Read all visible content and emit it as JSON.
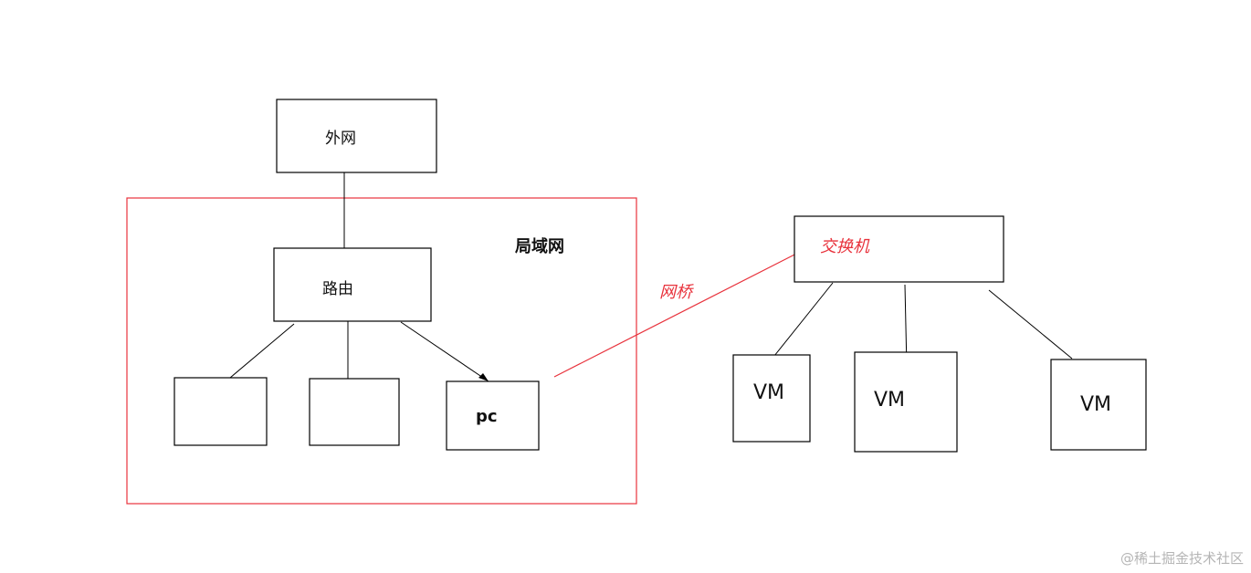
{
  "diagram": {
    "colors": {
      "stroke": "#000000",
      "accent": "#e8323c",
      "text": "#111111"
    },
    "nodes": {
      "internet": {
        "label": "外网"
      },
      "lan": {
        "label": "局域网"
      },
      "router": {
        "label": "路由"
      },
      "host_1": {
        "label": ""
      },
      "host_2": {
        "label": ""
      },
      "pc": {
        "label": "pc"
      },
      "switch": {
        "label": "交换机"
      },
      "vm_1": {
        "label": "VM"
      },
      "vm_2": {
        "label": "VM"
      },
      "vm_3": {
        "label": "VM"
      }
    },
    "edges": {
      "bridge": {
        "label": "网桥"
      }
    }
  },
  "watermark": "@稀土掘金技术社区"
}
